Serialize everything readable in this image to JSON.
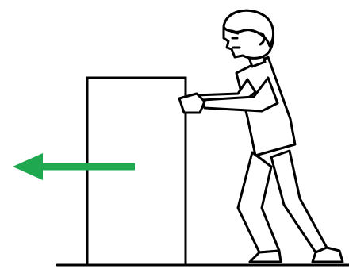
{
  "diagram": {
    "background": "#ffffff",
    "line_color": "#000000",
    "arrow_color": "#1fa84f",
    "arrow_direction": "left",
    "figure_action": "pushing",
    "icons": {
      "person": "person-pushing-figure",
      "box": "box",
      "arrow": "arrow-left-icon",
      "ground": "ground-line"
    }
  }
}
